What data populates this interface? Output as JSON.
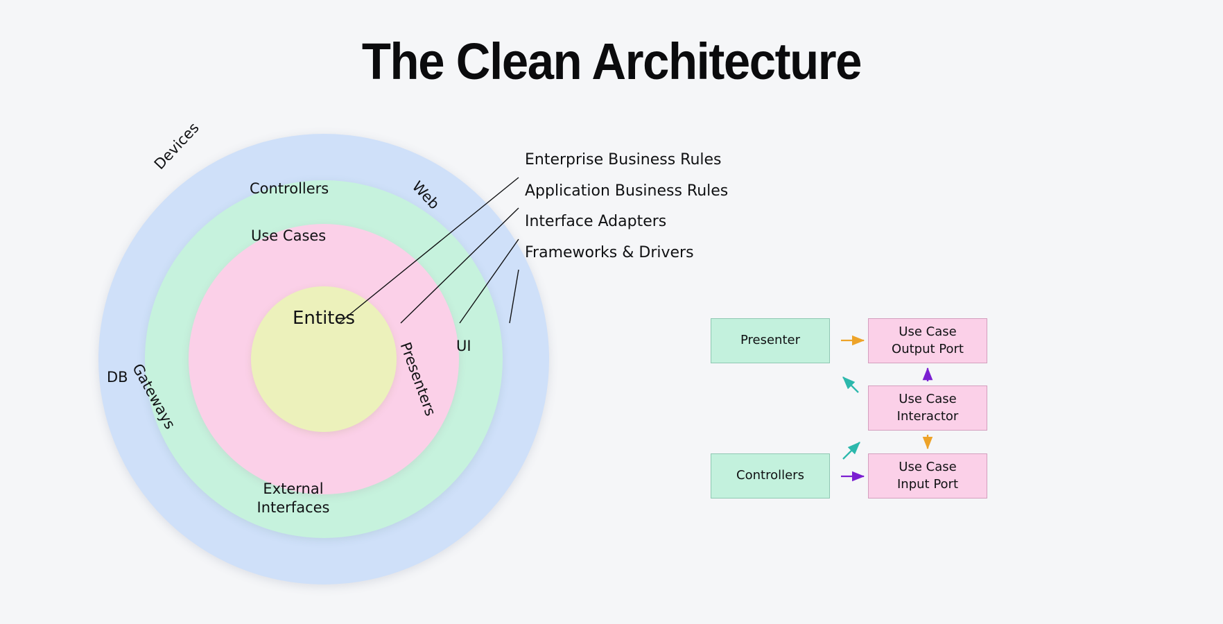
{
  "page": {
    "title": "The Clean Architecture",
    "background_color": "#f5f6f8"
  },
  "circles": {
    "center_label": "Entites",
    "rings": [
      {
        "name": "frameworks-drivers",
        "color": "#cfe0f9",
        "labels": [
          "Devices",
          "Web",
          "DB",
          "UI",
          "External Interfaces"
        ]
      },
      {
        "name": "interface-adapters",
        "color": "#c6f2dd",
        "labels": [
          "Controllers",
          "Gateways",
          "Presenters"
        ]
      },
      {
        "name": "application-business-rules",
        "color": "#fbd0e8",
        "labels": [
          "Use Cases"
        ]
      },
      {
        "name": "enterprise-business-rules",
        "color": "#ecf1bb",
        "labels": [
          "Entites"
        ]
      }
    ],
    "labels": {
      "devices": "Devices",
      "web": "Web",
      "db": "DB",
      "ui": "UI",
      "controllers": "Controllers",
      "use_cases": "Use Cases",
      "gateways": "Gateways",
      "presenters": "Presenters",
      "external_line1": "External",
      "external_line2": "Interfaces"
    }
  },
  "legend": {
    "items": [
      {
        "label": "Enterprise Business Rules",
        "ring": "enterprise-business-rules"
      },
      {
        "label": "Application Business Rules",
        "ring": "application-business-rules"
      },
      {
        "label": "Interface Adapters",
        "ring": "interface-adapters"
      },
      {
        "label": "Frameworks & Drivers",
        "ring": "frameworks-drivers"
      }
    ]
  },
  "flow": {
    "boxes": {
      "presenter": "Presenter",
      "controllers": "Controllers",
      "use_case_output_port_l1": "Use Case",
      "use_case_output_port_l2": "Output Port",
      "use_case_interactor_l1": "Use Case",
      "use_case_interactor_l2": "Interactor",
      "use_case_input_port_l1": "Use Case",
      "use_case_input_port_l2": "Input Port"
    },
    "arrow_colors": {
      "orange": "#eda329",
      "purple": "#7b1fd1",
      "teal": "#2cb8ac"
    },
    "arrows": [
      {
        "name": "presenter-to-output-port",
        "color": "#eda329"
      },
      {
        "name": "interactor-to-output-port",
        "color": "#7b1fd1"
      },
      {
        "name": "interactor-to-input-port",
        "color": "#eda329"
      },
      {
        "name": "controllers-to-input-port",
        "color": "#7b1fd1"
      },
      {
        "name": "output-port-to-presenter",
        "color": "#2cb8ac"
      },
      {
        "name": "controllers-to-interactor",
        "color": "#2cb8ac"
      }
    ]
  },
  "colors": {
    "ring_outer": "#cfe0f9",
    "ring_green": "#c6f2dd",
    "ring_pink": "#fbd0e8",
    "ring_core": "#ecf1bb",
    "text": "#101113"
  }
}
